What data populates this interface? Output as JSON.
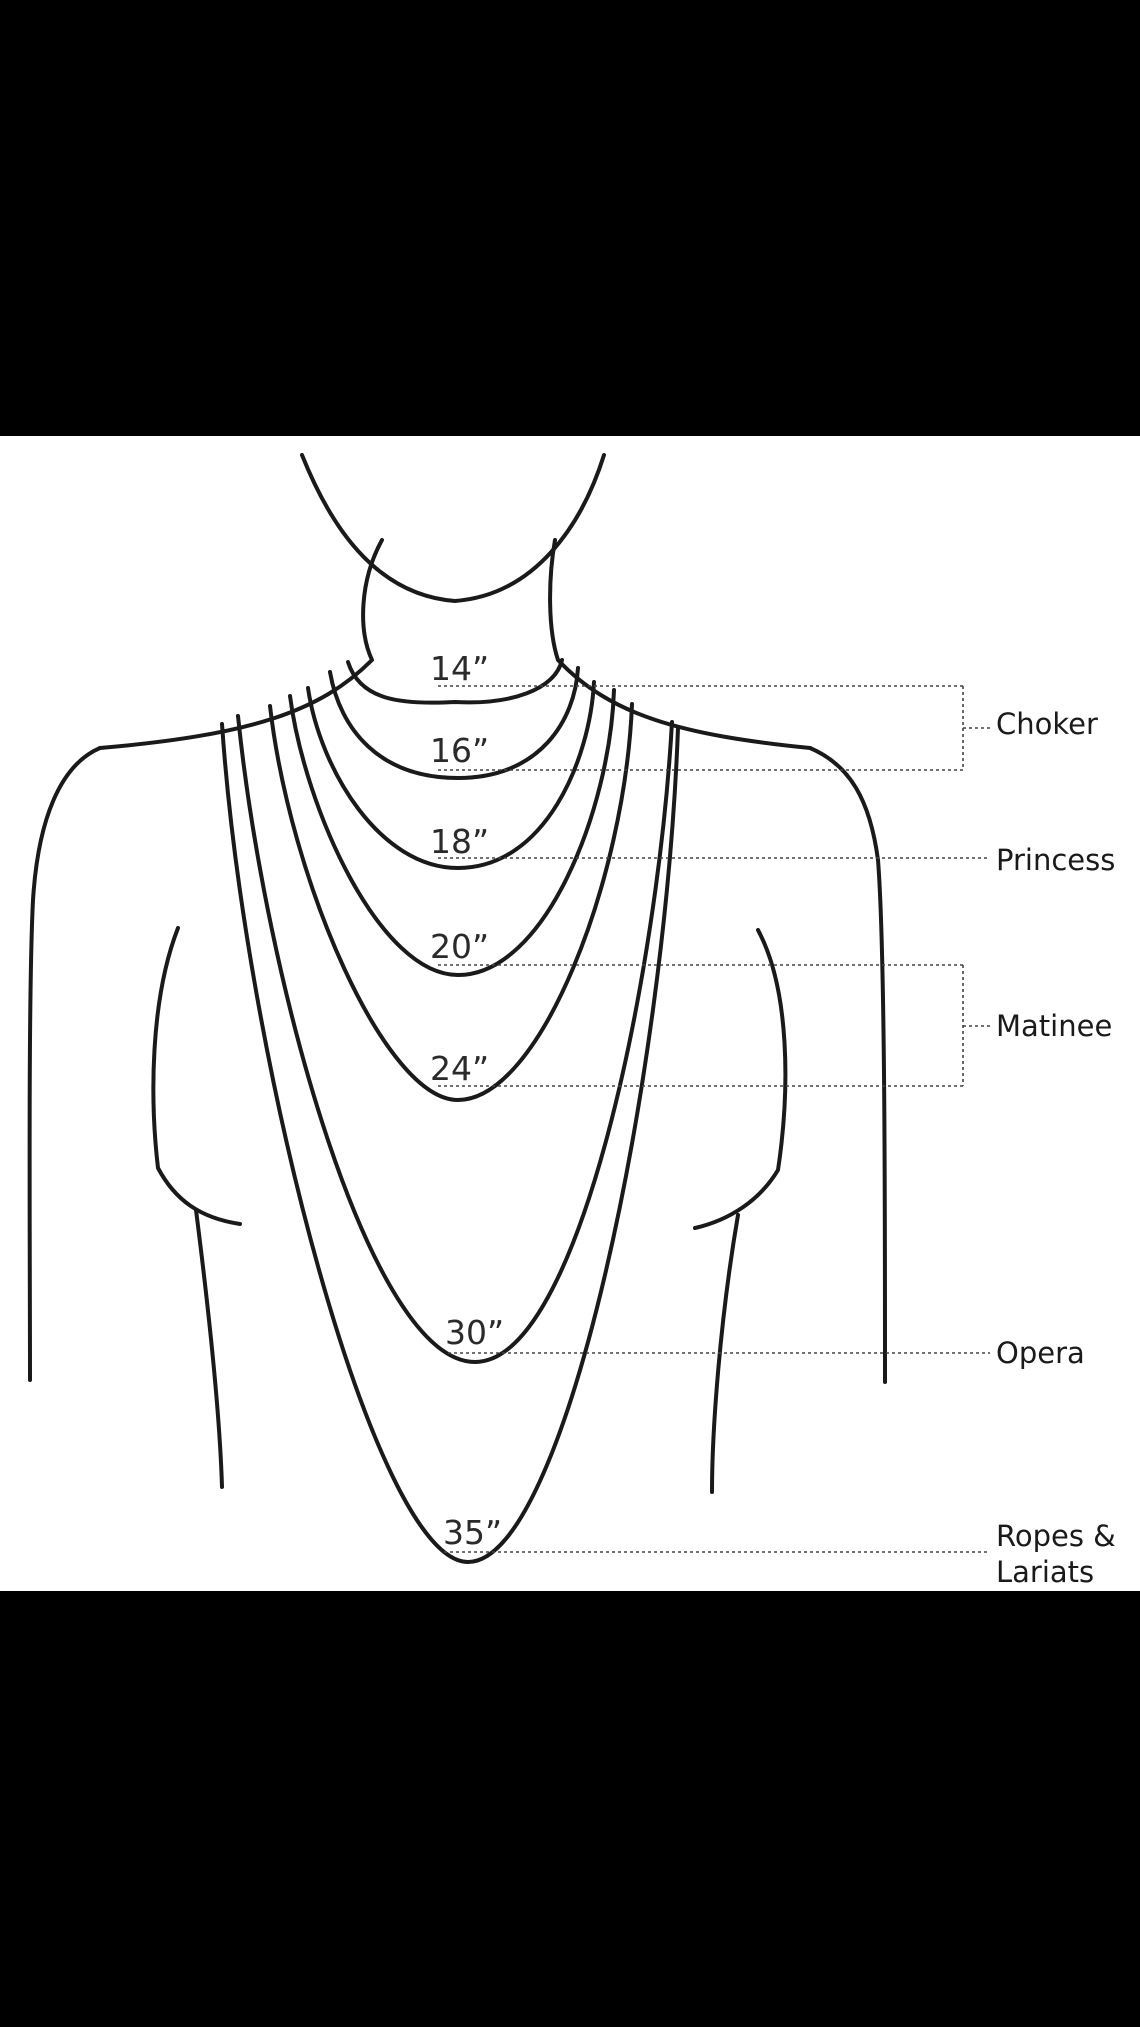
{
  "colors": {
    "background_bars": "#000000",
    "panel": "#ffffff",
    "line": "#1a1a1a"
  },
  "lengths": {
    "l14": "14”",
    "l16": "16”",
    "l18": "18”",
    "l20": "20”",
    "l24": "24”",
    "l30": "30”",
    "l35": "35”"
  },
  "styles": {
    "choker": "Choker",
    "princess": "Princess",
    "matinee": "Matinee",
    "opera": "Opera",
    "ropes_line1": "Ropes &",
    "ropes_line2": "Lariats"
  }
}
